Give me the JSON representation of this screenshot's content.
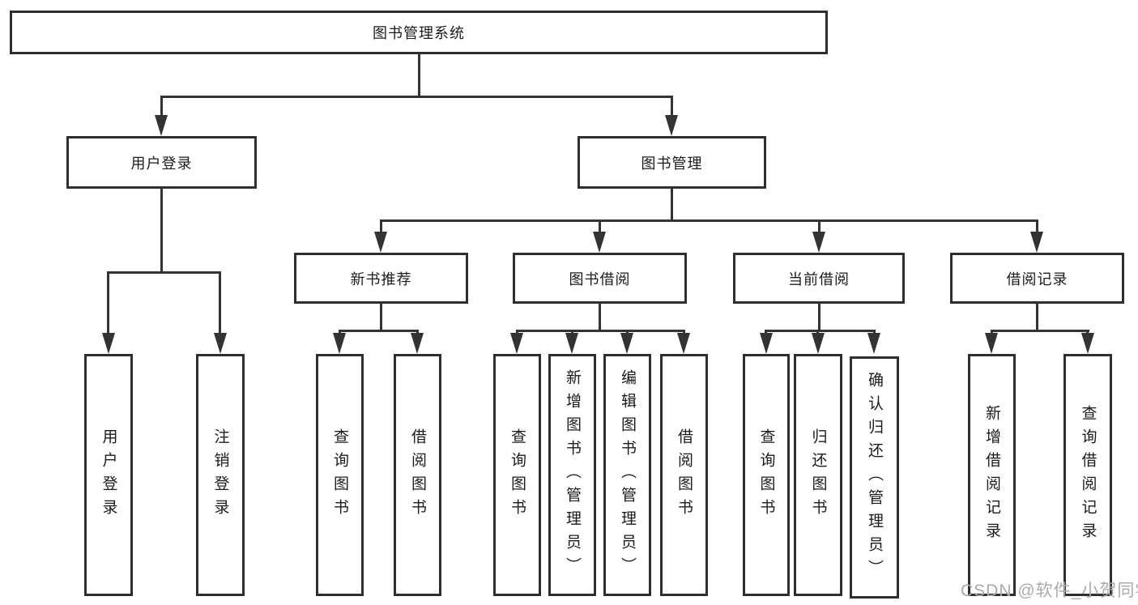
{
  "diagram": {
    "root": {
      "label": "图书管理系统"
    },
    "branches": {
      "user_login": {
        "label": "用户登录",
        "children": [
          "用户登录",
          "注销登录"
        ]
      },
      "book_mgmt": {
        "label": "图书管理"
      },
      "new_book": {
        "label": "新书推荐",
        "children": [
          "查询图书",
          "借阅图书"
        ]
      },
      "borrowing": {
        "label": "图书借阅",
        "children": [
          "查询图书",
          "新增图书（管理员）",
          "编辑图书（管理员）",
          "借阅图书"
        ]
      },
      "current": {
        "label": "当前借阅",
        "children": [
          "查询图书",
          "归还图书",
          "确认归还（管理员）"
        ]
      },
      "records": {
        "label": "借阅记录",
        "children": [
          "新增借阅记录",
          "查询借阅记录"
        ]
      }
    }
  },
  "watermark": {
    "text": "CSDN @软件_小贺同学"
  },
  "colors": {
    "line": "#333333",
    "box_border": "#2f2f2f",
    "text": "#1b1b1b",
    "watermark": "#ababab",
    "background": "#ffffff"
  }
}
